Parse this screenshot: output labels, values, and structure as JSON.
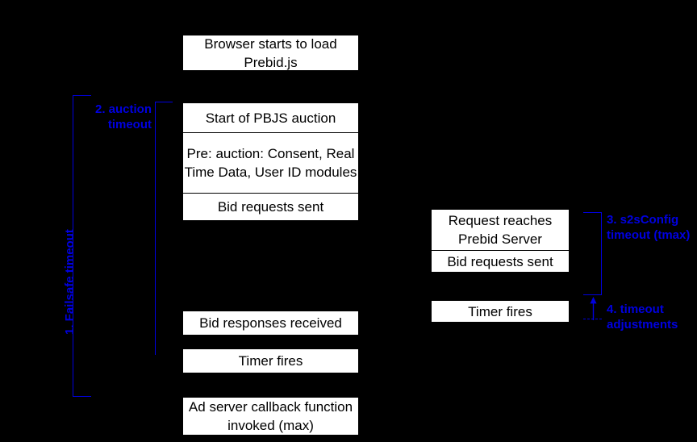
{
  "diagram": {
    "title": "Prebid.js auction timeout diagram",
    "background_color": "#000000",
    "box_fill_color": "#ffffff",
    "box_text_color": "#000000",
    "annotation_color": "#0000e0"
  },
  "client_column": {
    "boxes": [
      {
        "id": "browser-load",
        "label": "Browser starts to load Prebid.js"
      },
      {
        "id": "auction-start",
        "label": "Start of PBJS auction"
      },
      {
        "id": "pre-auction-modules",
        "label": "Pre: auction: Consent, Real Time Data, User ID modules"
      },
      {
        "id": "bid-requests-sent",
        "label": "Bid requests sent"
      },
      {
        "id": "bid-responses-received",
        "label": "Bid responses received"
      },
      {
        "id": "timer-fires",
        "label": "Timer fires"
      },
      {
        "id": "ad-server-callback",
        "label": "Ad server callback function invoked (max)"
      }
    ]
  },
  "server_column": {
    "boxes": [
      {
        "id": "request-reaches-server",
        "label": "Request reaches Prebid Server"
      },
      {
        "id": "server-bid-requests-sent",
        "label": "Bid requests sent"
      },
      {
        "id": "server-timer-fires",
        "label": "Timer fires"
      }
    ]
  },
  "annotations": [
    {
      "id": "failsafe-timeout",
      "label": "1. Failsafe timeout",
      "orientation": "vertical"
    },
    {
      "id": "auction-timeout",
      "label": "2. auction\ntimeout",
      "orientation": "horizontal"
    },
    {
      "id": "s2sconfig-timeout",
      "label": "3. s2sConfig\ntimeout (tmax)",
      "orientation": "horizontal"
    },
    {
      "id": "timeout-adjustments",
      "label": "4. timeout\nadjustments",
      "orientation": "horizontal"
    }
  ]
}
